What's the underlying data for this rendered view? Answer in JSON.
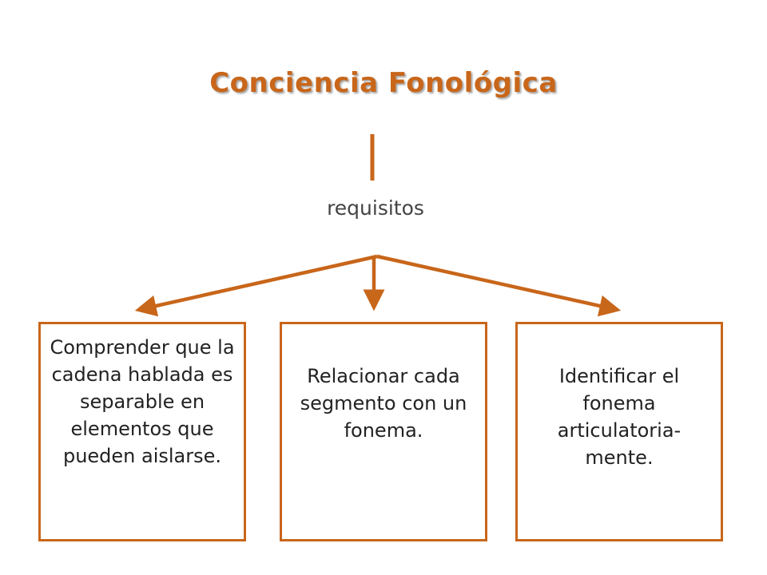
{
  "diagram": {
    "title": "Conciencia Fonológica",
    "relation_label": "requisitos",
    "nodes": [
      {
        "text": "Comprender que la cadena hablada es separable en elementos que pueden aislarse."
      },
      {
        "text": "Relacionar cada segmento con un fonema."
      },
      {
        "text": "Identificar el fonema articulatoria-mente."
      }
    ],
    "accent_color": "#c8661a"
  }
}
